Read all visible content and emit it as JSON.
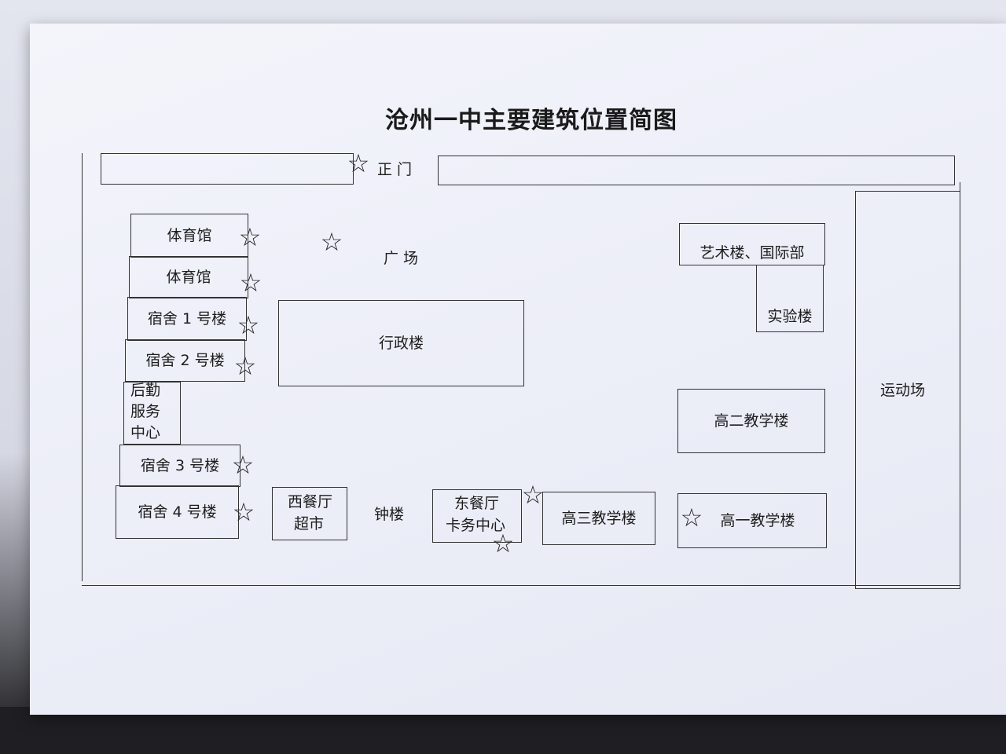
{
  "map": {
    "title": "沧州一中主要建筑位置简图",
    "gate_label": "正 门",
    "square_label": "广  场",
    "sports_field": "运动场",
    "bell_tower": "钟楼",
    "buildings": {
      "gym_1": "体育馆",
      "gym_2": "体育馆",
      "dorm_1": "宿舍 1 号楼",
      "dorm_2": "宿舍 2 号楼",
      "logistics": [
        "后勤",
        "服务",
        "中心"
      ],
      "dorm_3": "宿舍 3 号楼",
      "dorm_4": "宿舍 4 号楼",
      "west_canteen": [
        "西餐厅",
        "超市"
      ],
      "east_canteen": [
        "东餐厅",
        "卡务中心"
      ],
      "admin": "行政楼",
      "art_intl": "艺术楼、国际部",
      "lab": "实验楼",
      "grade2": "高二教学楼",
      "grade3": "高三教学楼",
      "grade1": "高一教学楼"
    },
    "marker_icon": "star-outline-icon",
    "marker_glyph": "☆"
  }
}
